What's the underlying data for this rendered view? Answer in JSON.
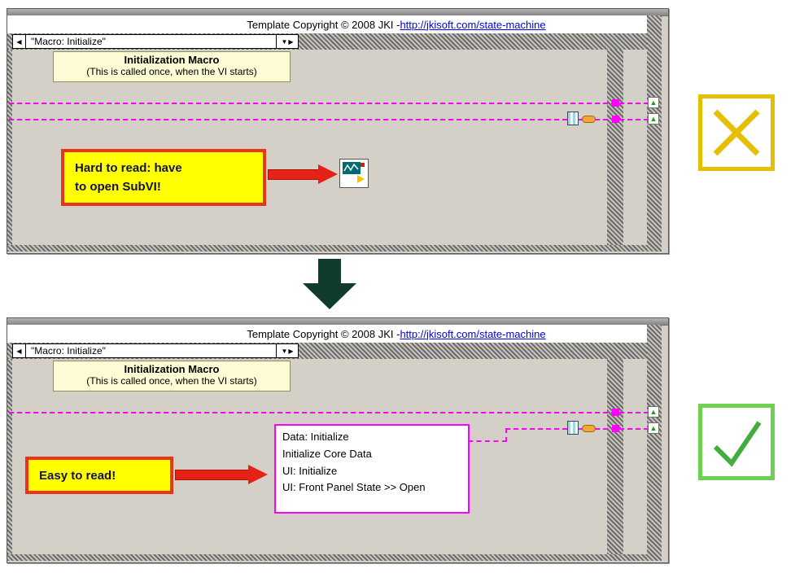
{
  "icons": {
    "left_arrow": "◀",
    "right_arrow": "▶",
    "down_arrow": "▼",
    "up_arrow": "▲"
  },
  "panel_top": {
    "copyright_prefix": "Template Copyright © 2008 JKI - ",
    "copyright_link": "http://jkisoft.com/state-machine",
    "case_selector_label": "\"Macro: Initialize\"",
    "info_box": {
      "title": "Initialization Macro",
      "subtitle": "(This is called once, when the VI starts)"
    },
    "callout": {
      "line1": "Hard to read: have",
      "line2": "to open SubVI!"
    }
  },
  "panel_bottom": {
    "copyright_prefix": "Template Copyright © 2008 JKI - ",
    "copyright_link": "http://jkisoft.com/state-machine",
    "case_selector_label": "\"Macro: Initialize\"",
    "info_box": {
      "title": "Initialization Macro",
      "subtitle": "(This is called once, when the VI starts)"
    },
    "callout": {
      "line1": "Easy to read!"
    },
    "state_list": [
      "Data: Initialize",
      "Initialize Core Data",
      "UI: Initialize",
      "UI: Front Panel State >> Open"
    ]
  },
  "colors": {
    "wire": "#ff00ff",
    "callout_bg": "#ffff00",
    "callout_border": "#e83418",
    "cross": "#e6be02",
    "check_border": "#6fd153",
    "check_mark": "#44ad3f",
    "transition_arrow": "#0f3c2c"
  }
}
